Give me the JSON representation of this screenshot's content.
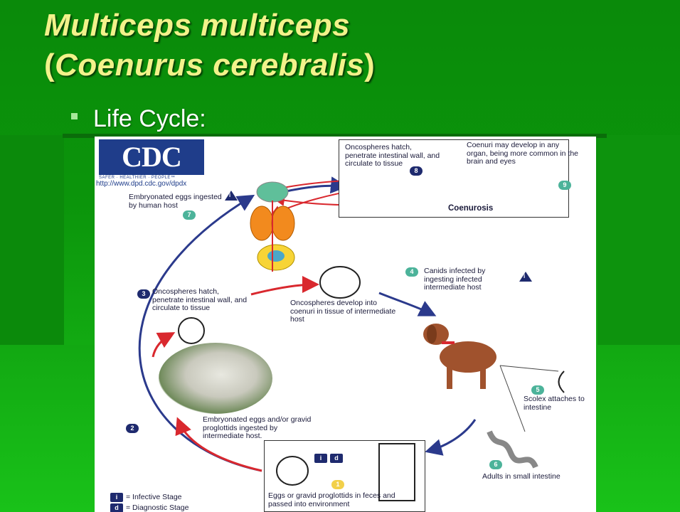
{
  "slide": {
    "title_line1": "Multiceps multiceps",
    "title_line2_open": "(",
    "title_line2_italic": "Coenurus cerebralis",
    "title_line2_close": ")",
    "bullet": "Life Cycle:"
  },
  "figure": {
    "cdc_logo": "CDC",
    "cdc_tagline": "SAFER · HEALTHIER · PEOPLE™",
    "cdc_url": "http://www.dpd.cdc.gov/dpdx",
    "steps": {
      "s1": {
        "num": "1",
        "text": "Eggs or gravid proglottids in feces and passed into environment"
      },
      "s2": {
        "num": "2",
        "text": "Embryonated eggs and/or gravid proglottids ingested by intermediate host."
      },
      "s3": {
        "num": "3",
        "text": "Oncospheres hatch, penetrate intestinal wall, and circulate to tissue"
      },
      "s3b": {
        "text": "Oncospheres develop into coenuri in tissue of intermediate host"
      },
      "s4": {
        "num": "4",
        "text": "Canids infected by ingesting infected intermediate host"
      },
      "s5": {
        "num": "5",
        "text": "Scolex attaches to intestine"
      },
      "s6": {
        "num": "6",
        "text": "Adults in small intestine"
      },
      "s7": {
        "num": "7",
        "text": "Embryonated eggs ingested by human host"
      },
      "s8": {
        "num": "8",
        "text": "Oncospheres hatch, penetrate intestinal wall, and circulate to tissue"
      },
      "s9": {
        "num": "9",
        "text": "Coenuri may develop in any organ, being more common in the brain and eyes"
      }
    },
    "coenurosis_label": "Coenurosis",
    "legend": {
      "infective_symbol": "i",
      "infective": "= Infective Stage",
      "diagnostic_symbol": "d",
      "diagnostic": "= Diagnostic Stage"
    },
    "colors": {
      "navy": "#1e2a6e",
      "red_arrow": "#d9282e",
      "blue_arrow": "#2b3a8c",
      "teal": "#4cb39a"
    }
  }
}
